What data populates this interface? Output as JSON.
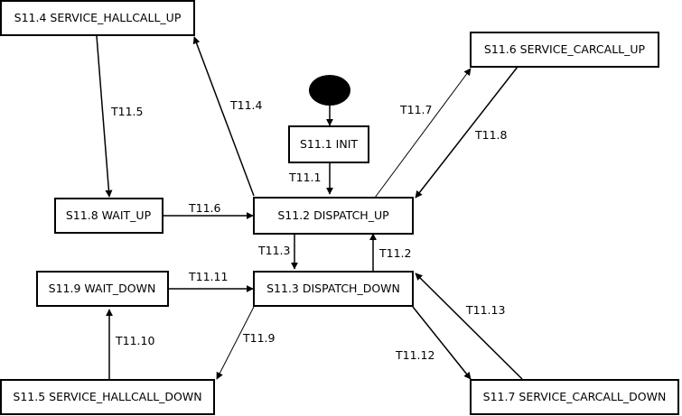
{
  "states": {
    "s11_1": "S11.1 INIT",
    "s11_2": "S11.2 DISPATCH_UP",
    "s11_3": "S11.3 DISPATCH_DOWN",
    "s11_4": "S11.4 SERVICE_HALLCALL_UP",
    "s11_5": "S11.5 SERVICE_HALLCALL_DOWN",
    "s11_6": "S11.6 SERVICE_CARCALL_UP",
    "s11_7": "S11.7 SERVICE_CARCALL_DOWN",
    "s11_8": "S11.8 WAIT_UP",
    "s11_9": "S11.9 WAIT_DOWN"
  },
  "transitions": {
    "t11_1": "T11.1",
    "t11_2": "T11.2",
    "t11_3": "T11.3",
    "t11_4": "T11.4",
    "t11_5": "T11.5",
    "t11_6": "T11.6",
    "t11_7": "T11.7",
    "t11_8": "T11.8",
    "t11_9": "T11.9",
    "t11_10": "T11.10",
    "t11_11": "T11.11",
    "t11_12": "T11.12",
    "t11_13": "T11.13"
  }
}
